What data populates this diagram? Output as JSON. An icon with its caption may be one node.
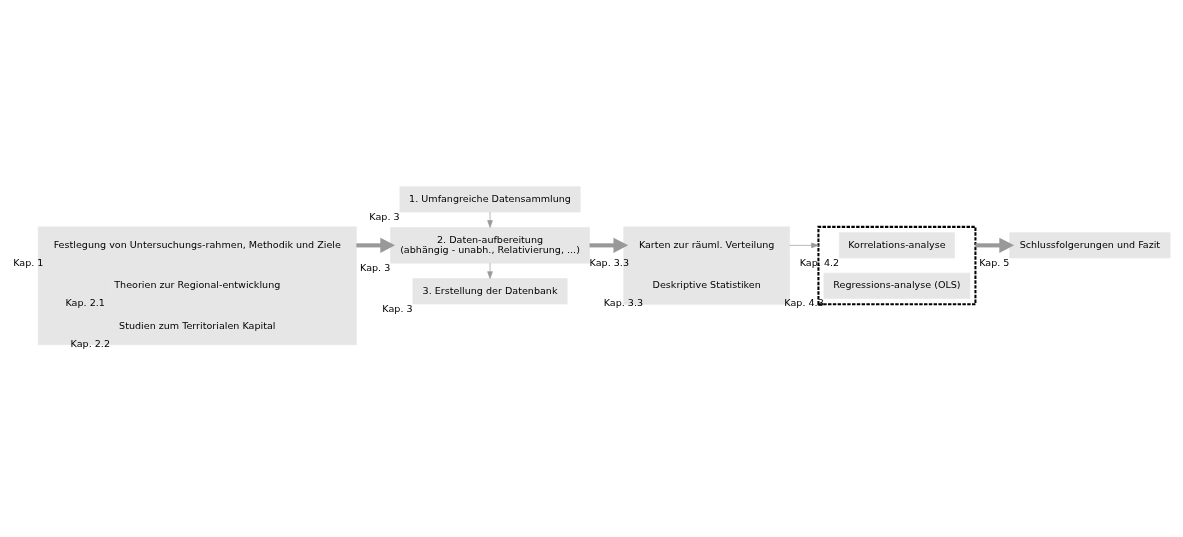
{
  "diagram": {
    "nodes": [
      {
        "text": [],
        "shape": "box"
      },
      {
        "text": [
          "Festlegung von Untersuchungs-rahmen, Methodik und Ziele"
        ],
        "beside": [
          "Kap. 1"
        ],
        "in": 0
      },
      {
        "text": [
          "Theorien zur Regional-entwicklung"
        ],
        "beside": [
          "Kap. 2.1"
        ],
        "in": 0
      },
      {
        "text": [
          "Studien zum Territorialen Kapital"
        ],
        "beside": [
          "Kap. 2.2"
        ],
        "in": 0
      },
      {
        "text": [
          "1. Umfangreiche Datensammlung"
        ],
        "beside": [
          "Kap. 3"
        ]
      },
      {
        "text": [
          "2. Daten-aufbereitung",
          "(abhängig - unabh., Relativierung, ...)"
        ],
        "beside": [
          "Kap. 3"
        ]
      },
      {
        "text": [
          "3. Erstellung der Datenbank"
        ],
        "beside": [
          "Kap. 3"
        ]
      },
      {
        "text": [],
        "shape": "box"
      },
      {
        "text": [
          "Karten zur räuml. Verteilung"
        ],
        "beside": [
          "Kap. 3.3"
        ],
        "in": 7
      },
      {
        "text": [
          "Deskriptive Statistiken"
        ],
        "beside": [
          "Kap. 3.3"
        ],
        "in": 7
      },
      {
        "text": [],
        "shape": "box"
      },
      {
        "text": [
          "Korrelations-analyse"
        ],
        "beside": [
          "Kap. 4.2"
        ],
        "in": 10
      },
      {
        "text": [
          "Regressions-analyse (OLS)"
        ],
        "beside": [
          "Kap. 4.3"
        ],
        "in": 10
      },
      {
        "text": [
          "Schlussfolgerungen und Fazit"
        ],
        "beside": [
          "Kap. 5"
        ]
      }
    ],
    "edges": [
      {
        "from": 0,
        "to": 5,
        "arrow": "to",
        "style": "thick"
      },
      {
        "from": 4,
        "to": 5,
        "arrow": "to"
      },
      {
        "from": 5,
        "to": 6,
        "arrow": "to"
      },
      {
        "from": 5,
        "to": 7,
        "arrow": "to",
        "style": "thick"
      },
      {
        "from": 7,
        "to": 10,
        "arrow": "to"
      },
      {
        "from": 10,
        "to": 13,
        "arrow": "to",
        "style": "thick"
      }
    ]
  }
}
